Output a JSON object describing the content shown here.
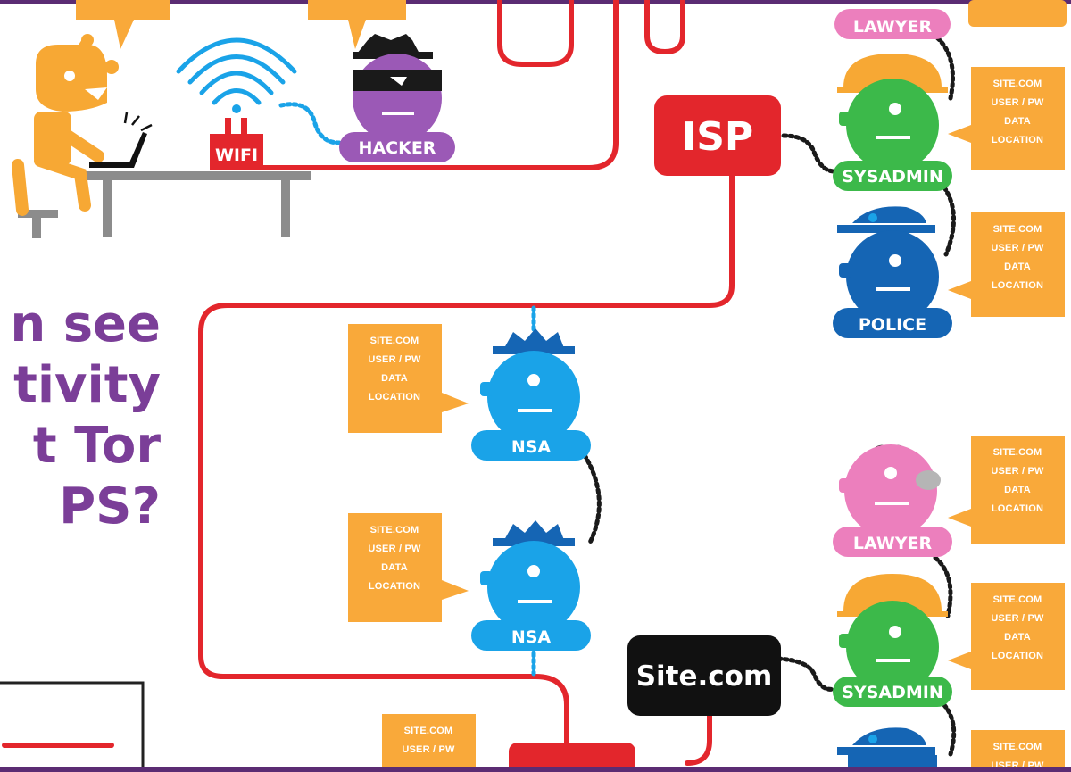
{
  "headline": {
    "line1": "n see",
    "line2": "tivity",
    "line3": "t Tor",
    "line4": "PS?"
  },
  "bubble_lines": [
    "SITE.COM",
    "USER / PW",
    "DATA",
    "LOCATION"
  ],
  "labels": {
    "wifi": "WIFI",
    "hacker": "HACKER",
    "isp": "ISP",
    "lawyer": "LAWYER",
    "sysadmin": "SYSADMIN",
    "police": "POLICE",
    "nsa": "NSA",
    "site": "Site.com"
  },
  "colors": {
    "line_red": "#e3262c",
    "bubble_orange": "#f9a93a",
    "user_orange": "#f7a834",
    "hacker_purple": "#9b59b6",
    "nsa_blue": "#1aa3e8",
    "police_blue": "#1565b4",
    "sysadmin_green": "#3cb94a",
    "lawyer_pink": "#ec7fbd",
    "hardhat_orange": "#f7a834",
    "headline_purple": "#7b3e98",
    "frame_purple": "#5b2c73"
  }
}
